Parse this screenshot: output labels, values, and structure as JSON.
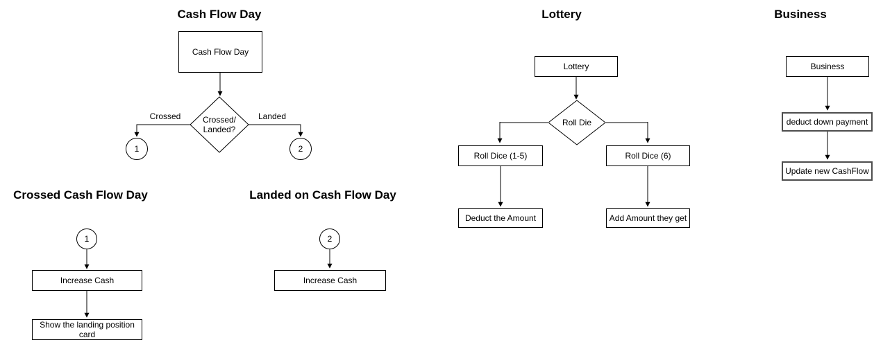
{
  "charts": {
    "cash_flow_day": {
      "title": "Cash Flow Day",
      "start_box": "Cash Flow Day",
      "decision": "Crossed/ Landed?",
      "edge_label_left": "Crossed",
      "edge_label_right": "Landed",
      "connector_left": "1",
      "connector_right": "2"
    },
    "lottery": {
      "title": "Lottery",
      "start_box": "Lottery",
      "decision": "Roll Die",
      "branch_low_box": "Roll Dice (1-5)",
      "branch_six_box": "Roll Dice (6)",
      "result_low_box": "Deduct the Amount",
      "result_six_box": "Add Amount they get"
    },
    "business": {
      "title": "Business",
      "start_box": "Business",
      "step_deduct_box": "deduct down payment",
      "step_update_box": "Update new CashFlow"
    },
    "crossed_cash_flow_day": {
      "title": "Crossed Cash Flow Day",
      "connector": "1",
      "step_increase_box": "Increase Cash",
      "step_show_box": "Show the landing position card"
    },
    "landed_on_cash_flow_day": {
      "title": "Landed on Cash Flow Day",
      "connector": "2",
      "step_increase_box": "Increase Cash"
    }
  },
  "colors": {
    "background": "#ffffff",
    "node_border": "#000000",
    "thick_node_border": "#4d4d4d",
    "edge_line": "#000000",
    "branch_edge_line": "#808080"
  }
}
